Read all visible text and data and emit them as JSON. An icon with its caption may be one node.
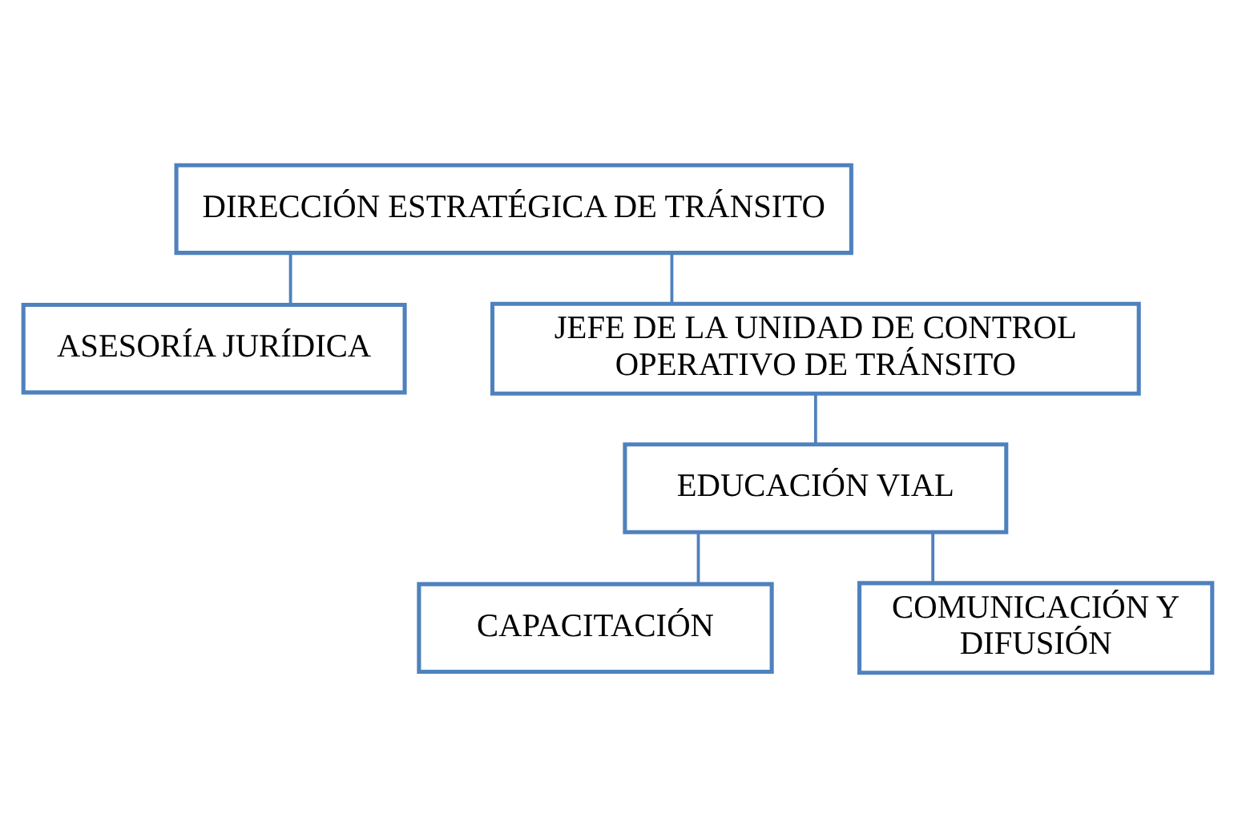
{
  "diagram": {
    "nodes": [
      {
        "text": [
          "DIRECCIÓN ESTRATÉGICA DE TRÁNSITO"
        ]
      },
      {
        "text": [
          "ASESORÍA JURÍDICA"
        ]
      },
      {
        "text": [
          "JEFE DE LA UNIDAD DE CONTROL OPERATIVO DE TRÁNSITO"
        ]
      },
      {
        "text": [
          "EDUCACIÓN VIAL"
        ]
      },
      {
        "text": [
          "CAPACITACIÓN"
        ]
      },
      {
        "text": [
          "COMUNICACIÓN Y DIFUSIÓN"
        ]
      }
    ],
    "edges": [
      {
        "from": 0,
        "to": 1,
        "arrow": "none"
      },
      {
        "from": 0,
        "to": 2,
        "arrow": "none"
      },
      {
        "from": 2,
        "to": 3,
        "arrow": "none"
      },
      {
        "from": 3,
        "to": 4,
        "arrow": "none"
      },
      {
        "from": 3,
        "to": 5,
        "arrow": "none"
      }
    ]
  }
}
